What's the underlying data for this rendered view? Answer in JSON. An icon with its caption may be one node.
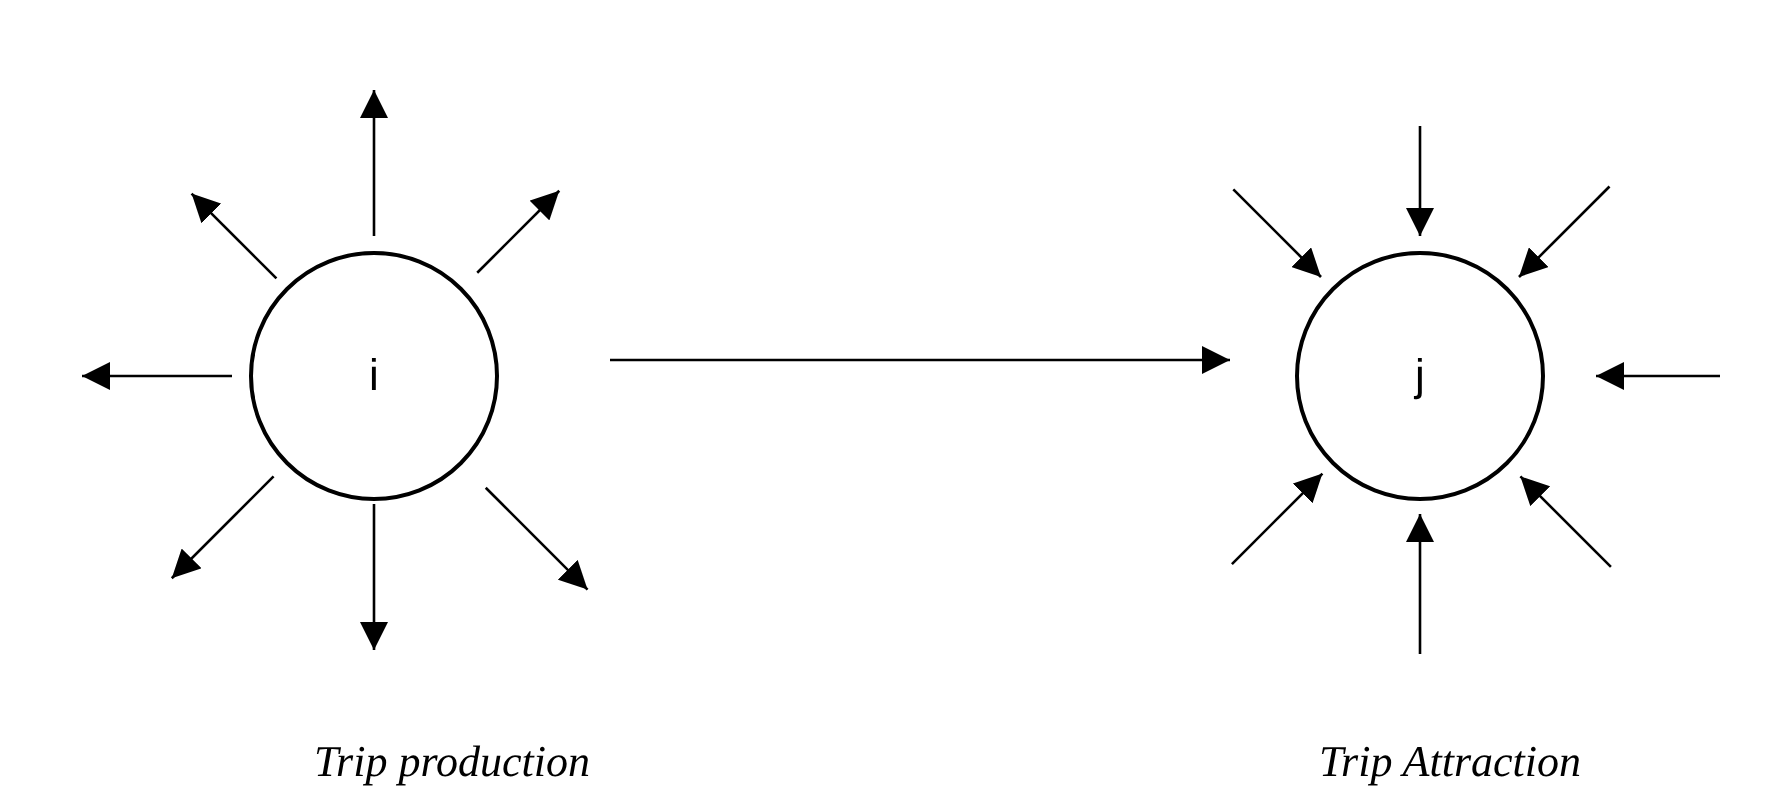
{
  "diagram": {
    "nodes": [
      {
        "text": [
          "i"
        ]
      },
      {
        "text": [
          "j"
        ]
      }
    ],
    "labels": [
      "Trip production",
      "Trip Attraction"
    ],
    "edges": [
      {
        "from": 0,
        "to": 1,
        "arrow": "to"
      },
      {
        "from": 0,
        "to": null,
        "arrow": "to"
      },
      {
        "from": 0,
        "to": null,
        "arrow": "to"
      },
      {
        "from": 0,
        "to": null,
        "arrow": "to"
      },
      {
        "from": 0,
        "to": null,
        "arrow": "to"
      },
      {
        "from": 0,
        "to": null,
        "arrow": "to"
      },
      {
        "from": 0,
        "to": null,
        "arrow": "to"
      },
      {
        "from": 0,
        "to": null,
        "arrow": "to"
      },
      {
        "from": null,
        "to": 1,
        "arrow": "to"
      },
      {
        "from": null,
        "to": 1,
        "arrow": "to"
      },
      {
        "from": null,
        "to": 1,
        "arrow": "to"
      },
      {
        "from": null,
        "to": 1,
        "arrow": "to"
      },
      {
        "from": null,
        "to": 1,
        "arrow": "to"
      },
      {
        "from": null,
        "to": 1,
        "arrow": "to"
      },
      {
        "from": null,
        "to": 1,
        "arrow": "to"
      }
    ]
  }
}
